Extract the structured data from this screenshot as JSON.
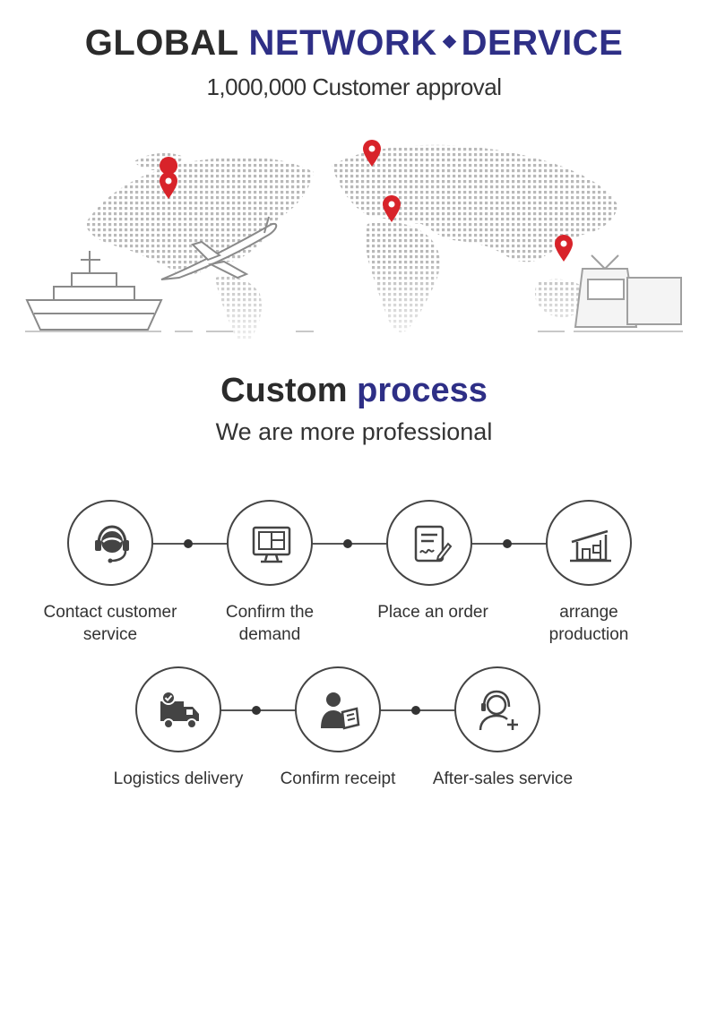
{
  "hero": {
    "title_dark": "GLOBAL",
    "title_blue_1": "NETWORK",
    "title_blue_2": "DERVICE",
    "subtitle": "1,000,000 Customer approval"
  },
  "process": {
    "title_dark": "Custom",
    "title_blue": "process",
    "subtitle": "We are more professional",
    "steps": [
      {
        "label_1": "Contact customer",
        "label_2": "service",
        "icon": "headset-icon"
      },
      {
        "label_1": "Confirm the",
        "label_2": "demand",
        "icon": "monitor-plan-icon"
      },
      {
        "label_1": "Place an order",
        "label_2": "",
        "icon": "document-sign-icon"
      },
      {
        "label_1": "arrange",
        "label_2": "production",
        "icon": "factory-icon"
      },
      {
        "label_1": "Logistics delivery",
        "label_2": "",
        "icon": "delivery-truck-icon"
      },
      {
        "label_1": "Confirm receipt",
        "label_2": "",
        "icon": "person-receipt-icon"
      },
      {
        "label_1": "After-sales service",
        "label_2": "",
        "icon": "support-agent-icon"
      }
    ]
  },
  "colors": {
    "accent_blue": "#2e2f86",
    "dark_text": "#2b2b2b",
    "pin_red": "#d8232a"
  }
}
